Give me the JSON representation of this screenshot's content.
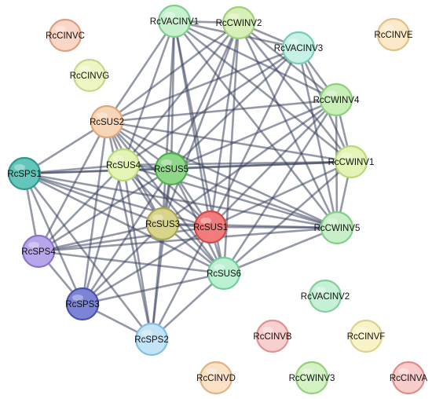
{
  "network": {
    "nodes": [
      {
        "id": "RcVACINV1",
        "label": "RcVACINV1",
        "fill": "#c8f2cf",
        "stroke": "#7fcf8c"
      },
      {
        "id": "RcCWINV2",
        "label": "RcCWINV2",
        "fill": "#d8f0b8",
        "stroke": "#9ed07a"
      },
      {
        "id": "RcVACINV3",
        "label": "RcVACINV3",
        "fill": "#c6f1e6",
        "stroke": "#79cdb8"
      },
      {
        "id": "RcCWINV4",
        "label": "RcCWINV4",
        "fill": "#c9efb8",
        "stroke": "#8ed07b"
      },
      {
        "id": "RcCWINV1",
        "label": "RcCWINV1",
        "fill": "#e4f4b6",
        "stroke": "#b9d97a"
      },
      {
        "id": "RcCWINV5",
        "label": "RcCWINV5",
        "fill": "#c8efc9",
        "stroke": "#82cf88"
      },
      {
        "id": "RcSUS2",
        "label": "RcSUS2",
        "fill": "#f6d6b6",
        "stroke": "#e0a878"
      },
      {
        "id": "RcSUS4",
        "label": "RcSUS4",
        "fill": "#e3f4b5",
        "stroke": "#b6da79"
      },
      {
        "id": "RcSUS5",
        "label": "RcSUS5",
        "fill": "#8fd88a",
        "stroke": "#4fae4c"
      },
      {
        "id": "RcSPS1",
        "label": "RcSPS1",
        "fill": "#62c6bb",
        "stroke": "#2f9990"
      },
      {
        "id": "RcSUS3",
        "label": "RcSUS3",
        "fill": "#d8d48a",
        "stroke": "#aaa554"
      },
      {
        "id": "RcSUS1",
        "label": "RcSUS1",
        "fill": "#f27c7c",
        "stroke": "#cc4a4a"
      },
      {
        "id": "RcSPS4",
        "label": "RcSPS4",
        "fill": "#b8a6ea",
        "stroke": "#8a74cc"
      },
      {
        "id": "RcSUS6",
        "label": "RcSUS6",
        "fill": "#bdf0d2",
        "stroke": "#6fcf98"
      },
      {
        "id": "RcSPS3",
        "label": "RcSPS3",
        "fill": "#7b84d6",
        "stroke": "#4a53a8"
      },
      {
        "id": "RcSPS2",
        "label": "RcSPS2",
        "fill": "#c3e4f7",
        "stroke": "#82bfe3"
      },
      {
        "id": "RcCINVC",
        "label": "RcCINVC",
        "fill": "#f9d6c6",
        "stroke": "#dd9f86"
      },
      {
        "id": "RcCINVG",
        "label": "RcCINVG",
        "fill": "#eef6c6",
        "stroke": "#c4d890"
      },
      {
        "id": "RcCINVE",
        "label": "RcCINVE",
        "fill": "#fbe9c9",
        "stroke": "#e1c08a"
      },
      {
        "id": "RcVACINV2",
        "label": "RcVACINV2",
        "fill": "#c6f1d6",
        "stroke": "#83cf9d"
      },
      {
        "id": "RcCINVB",
        "label": "RcCINVB",
        "fill": "#f7cfcf",
        "stroke": "#dd9393"
      },
      {
        "id": "RcCINVF",
        "label": "RcCINVF",
        "fill": "#f8f3c8",
        "stroke": "#ddd38e"
      },
      {
        "id": "RcCINVD",
        "label": "RcCINVD",
        "fill": "#fbe1c6",
        "stroke": "#e0b381"
      },
      {
        "id": "RcCWINV3",
        "label": "RcCWINV3",
        "fill": "#d4f2c4",
        "stroke": "#96d07e"
      },
      {
        "id": "RcCINVA",
        "label": "RcCINVA",
        "fill": "#f9cccc",
        "stroke": "#dd8d8d"
      }
    ],
    "edges": [
      [
        "RcVACINV1",
        "RcCWINV2"
      ],
      [
        "RcVACINV1",
        "RcVACINV3"
      ],
      [
        "RcVACINV1",
        "RcCWINV4"
      ],
      [
        "RcVACINV1",
        "RcCWINV1"
      ],
      [
        "RcVACINV1",
        "RcCWINV5"
      ],
      [
        "RcVACINV1",
        "RcSUS2"
      ],
      [
        "RcVACINV1",
        "RcSUS4"
      ],
      [
        "RcVACINV1",
        "RcSUS5"
      ],
      [
        "RcVACINV1",
        "RcSUS3"
      ],
      [
        "RcVACINV1",
        "RcSUS1"
      ],
      [
        "RcVACINV1",
        "RcSUS6"
      ],
      [
        "RcCWINV2",
        "RcVACINV3"
      ],
      [
        "RcCWINV2",
        "RcCWINV4"
      ],
      [
        "RcCWINV2",
        "RcCWINV1"
      ],
      [
        "RcCWINV2",
        "RcCWINV5"
      ],
      [
        "RcCWINV2",
        "RcSUS2"
      ],
      [
        "RcCWINV2",
        "RcSUS4"
      ],
      [
        "RcCWINV2",
        "RcSUS5"
      ],
      [
        "RcCWINV2",
        "RcSUS3"
      ],
      [
        "RcCWINV2",
        "RcSUS1"
      ],
      [
        "RcCWINV2",
        "RcSUS6"
      ],
      [
        "RcVACINV3",
        "RcCWINV4"
      ],
      [
        "RcVACINV3",
        "RcCWINV1"
      ],
      [
        "RcVACINV3",
        "RcCWINV5"
      ],
      [
        "RcVACINV3",
        "RcSUS2"
      ],
      [
        "RcVACINV3",
        "RcSUS5"
      ],
      [
        "RcVACINV3",
        "RcSUS1"
      ],
      [
        "RcVACINV3",
        "RcSUS4"
      ],
      [
        "RcCWINV4",
        "RcCWINV1"
      ],
      [
        "RcCWINV4",
        "RcCWINV5"
      ],
      [
        "RcCWINV4",
        "RcSUS2"
      ],
      [
        "RcCWINV4",
        "RcSUS5"
      ],
      [
        "RcCWINV4",
        "RcSUS3"
      ],
      [
        "RcCWINV4",
        "RcSUS1"
      ],
      [
        "RcCWINV4",
        "RcSUS6"
      ],
      [
        "RcCWINV1",
        "RcCWINV5"
      ],
      [
        "RcCWINV1",
        "RcSUS2"
      ],
      [
        "RcCWINV1",
        "RcSUS4"
      ],
      [
        "RcCWINV1",
        "RcSUS5"
      ],
      [
        "RcCWINV1",
        "RcSUS1"
      ],
      [
        "RcCWINV1",
        "RcSUS6"
      ],
      [
        "RcCWINV1",
        "RcSPS1"
      ],
      [
        "RcCWINV5",
        "RcSUS2"
      ],
      [
        "RcCWINV5",
        "RcSUS4"
      ],
      [
        "RcCWINV5",
        "RcSUS5"
      ],
      [
        "RcCWINV5",
        "RcSUS3"
      ],
      [
        "RcCWINV5",
        "RcSUS1"
      ],
      [
        "RcCWINV5",
        "RcSUS6"
      ],
      [
        "RcCWINV5",
        "RcSPS4"
      ],
      [
        "RcCWINV5",
        "RcSPS1"
      ],
      [
        "RcSUS2",
        "RcSUS4"
      ],
      [
        "RcSUS2",
        "RcSUS5"
      ],
      [
        "RcSUS2",
        "RcSPS1"
      ],
      [
        "RcSUS2",
        "RcSUS3"
      ],
      [
        "RcSUS2",
        "RcSUS1"
      ],
      [
        "RcSUS2",
        "RcSPS4"
      ],
      [
        "RcSUS2",
        "RcSUS6"
      ],
      [
        "RcSUS2",
        "RcSPS3"
      ],
      [
        "RcSUS2",
        "RcSPS2"
      ],
      [
        "RcSUS4",
        "RcSUS5"
      ],
      [
        "RcSUS4",
        "RcSPS1"
      ],
      [
        "RcSUS4",
        "RcSUS3"
      ],
      [
        "RcSUS4",
        "RcSUS1"
      ],
      [
        "RcSUS4",
        "RcSPS4"
      ],
      [
        "RcSUS4",
        "RcSUS6"
      ],
      [
        "RcSUS4",
        "RcSPS3"
      ],
      [
        "RcSUS4",
        "RcSPS2"
      ],
      [
        "RcSUS5",
        "RcSPS1"
      ],
      [
        "RcSUS5",
        "RcSUS3"
      ],
      [
        "RcSUS5",
        "RcSUS1"
      ],
      [
        "RcSUS5",
        "RcSPS4"
      ],
      [
        "RcSUS5",
        "RcSUS6"
      ],
      [
        "RcSUS5",
        "RcSPS3"
      ],
      [
        "RcSUS5",
        "RcSPS2"
      ],
      [
        "RcSPS1",
        "RcSUS3"
      ],
      [
        "RcSPS1",
        "RcSUS1"
      ],
      [
        "RcSPS1",
        "RcSPS4"
      ],
      [
        "RcSPS1",
        "RcSUS6"
      ],
      [
        "RcSPS1",
        "RcSPS3"
      ],
      [
        "RcSPS1",
        "RcSPS2"
      ],
      [
        "RcSUS3",
        "RcSUS1"
      ],
      [
        "RcSUS3",
        "RcSPS4"
      ],
      [
        "RcSUS3",
        "RcSUS6"
      ],
      [
        "RcSUS3",
        "RcSPS3"
      ],
      [
        "RcSUS3",
        "RcSPS2"
      ],
      [
        "RcSUS1",
        "RcSPS4"
      ],
      [
        "RcSUS1",
        "RcSUS6"
      ],
      [
        "RcSUS1",
        "RcSPS3"
      ],
      [
        "RcSUS1",
        "RcSPS2"
      ],
      [
        "RcSPS4",
        "RcSUS6"
      ],
      [
        "RcSPS4",
        "RcSPS3"
      ],
      [
        "RcSUS6",
        "RcSPS3"
      ],
      [
        "RcSUS6",
        "RcSPS2"
      ],
      [
        "RcSPS3",
        "RcSPS2"
      ]
    ]
  }
}
